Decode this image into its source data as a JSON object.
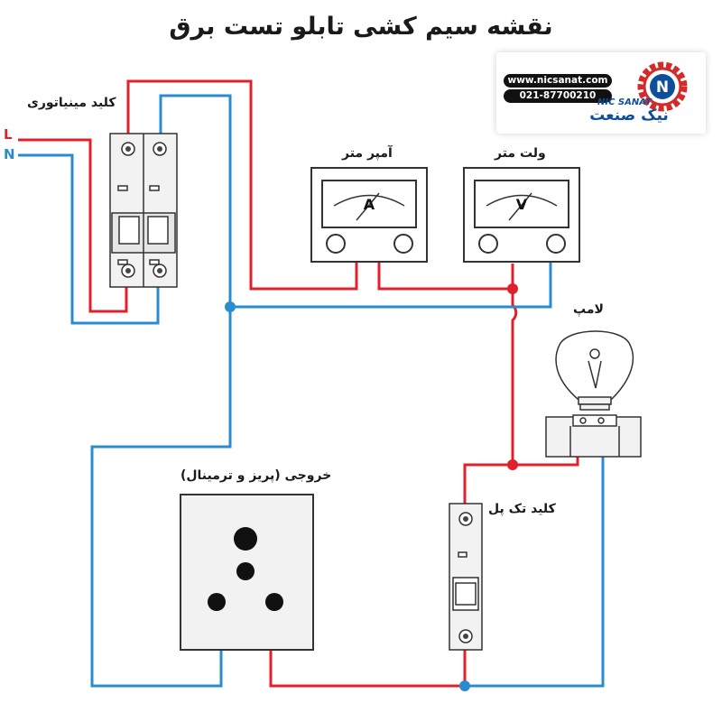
{
  "title": "نقشه سیم کشی تابلو تست برق",
  "labels": {
    "mcb": "کلید مینیاتوری",
    "ammeter": "آمپر متر",
    "voltmeter": "ولت متر",
    "lamp": "لامپ",
    "outlet": "خروجی (پریز و ترمینال)",
    "single_pole": "کلید تک پل",
    "line": "L",
    "neutral": "N"
  },
  "meters": {
    "ammeter_symbol": "A",
    "voltmeter_symbol": "V"
  },
  "logo": {
    "website": "www.nicsanat.com",
    "phone": "021-87700210",
    "brand_en": "NIC SANAT",
    "brand_fa": "نیک صنعت",
    "logo_letter": "N"
  },
  "colors": {
    "line_wire": "#e0202a",
    "neutral_wire": "#2a8ccf",
    "logo_red": "#d42a2a",
    "logo_blue": "#0f4f99",
    "device_fill": "#f2f2f2",
    "device_stroke": "#333333"
  }
}
